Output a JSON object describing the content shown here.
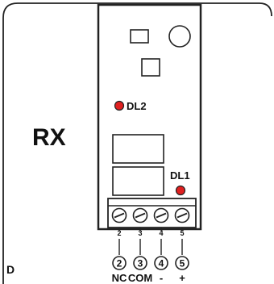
{
  "labels": {
    "device": "RX",
    "panel_letter": "D",
    "led2": "DL2",
    "led1": "DL1"
  },
  "terminals": [
    {
      "pcb_number": "2",
      "circle_number": "2",
      "function": "NC"
    },
    {
      "pcb_number": "3",
      "circle_number": "3",
      "function": "COM"
    },
    {
      "pcb_number": "4",
      "circle_number": "4",
      "function": "-"
    },
    {
      "pcb_number": "5",
      "circle_number": "5",
      "function": "+"
    }
  ],
  "colors": {
    "led": "#e02020",
    "outline": "#222222",
    "background": "#ffffff"
  }
}
